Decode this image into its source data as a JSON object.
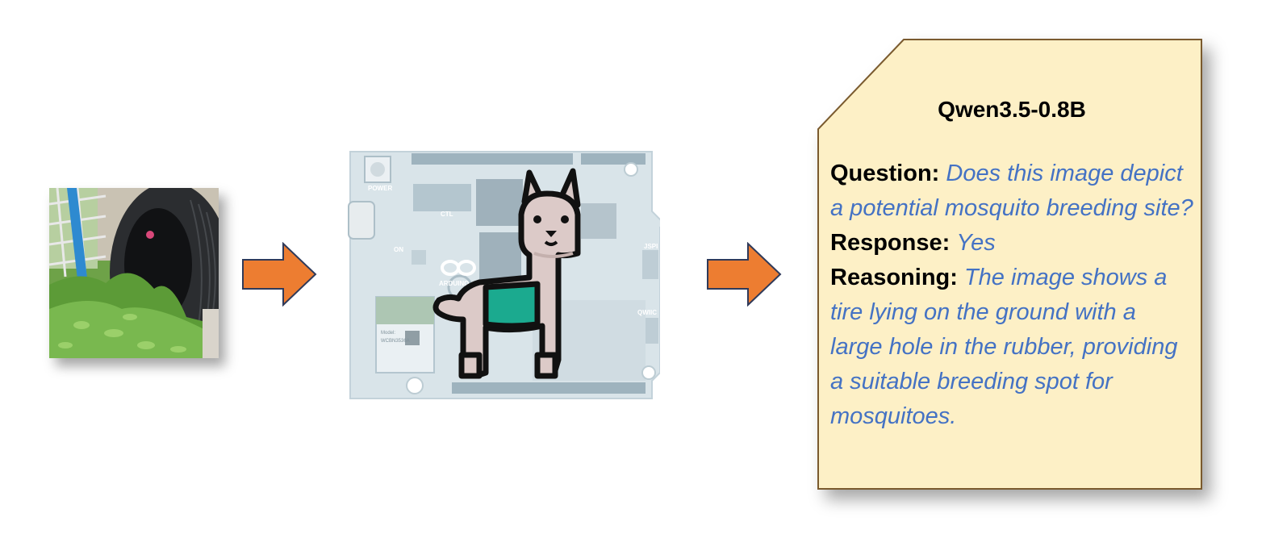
{
  "output_card": {
    "model_name": "Qwen3.5-0.8B",
    "question_label": "Question:",
    "question_text": "Does this image depict a potential mosquito breeding site?",
    "response_label": "Response:",
    "response_text": "Yes",
    "reasoning_label": "Reasoning:",
    "reasoning_text": "The image shows a tire lying on the ground with a large hole in the rubber, providing a suitable breeding spot for mosquitoes."
  },
  "board": {
    "labels": {
      "power": "POWER",
      "ctl": "CTL",
      "on": "ON",
      "brand": "ARDUINO",
      "jspi": "JSPI",
      "qwiic": "QWIIC",
      "model": "Model:",
      "module_id": "WCBN3536A"
    }
  },
  "colors": {
    "arrow_fill": "#ED7D31",
    "arrow_stroke": "#2F3A5A",
    "note_fill": "#FDF0C6",
    "note_stroke": "#7A5A2E",
    "answer_text": "#4472C4",
    "llama_saddle": "#1BAA8F",
    "board_tint": "#A9C2CF"
  },
  "icons": [
    "input-photo",
    "arrow-right-icon",
    "arduino-board",
    "llama-icon",
    "note-card"
  ]
}
